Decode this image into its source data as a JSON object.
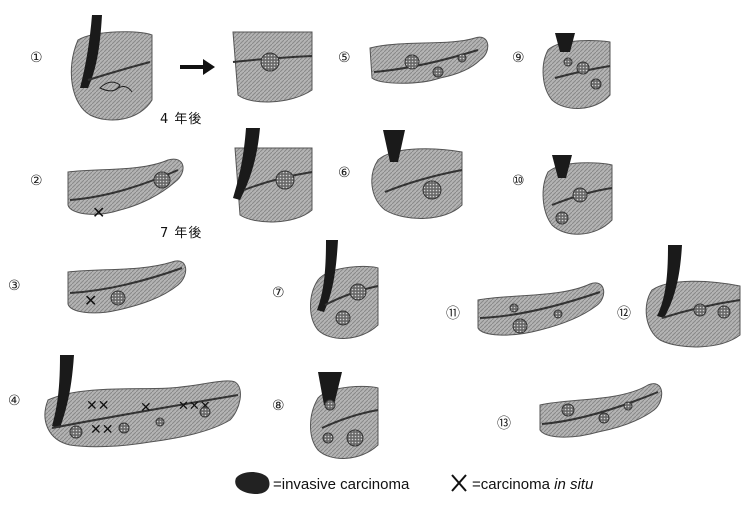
{
  "case_labels": [
    "①",
    "②",
    "③",
    "④",
    "⑤",
    "⑥",
    "⑦",
    "⑧",
    "⑨",
    "⑩",
    "⑪",
    "⑫",
    "⑬"
  ],
  "annotations": {
    "four_years": "4 年後",
    "seven_years": "7 年後"
  },
  "legend": {
    "invasive": "=invasive carcinoma",
    "cis_prefix": "=carcinoma ",
    "cis_italic": "in situ"
  },
  "colors": {
    "organ_fill": "#a8a8a8",
    "duct": "#3a3a3a",
    "tumor": "#555555",
    "dark": "#1a1a1a"
  }
}
